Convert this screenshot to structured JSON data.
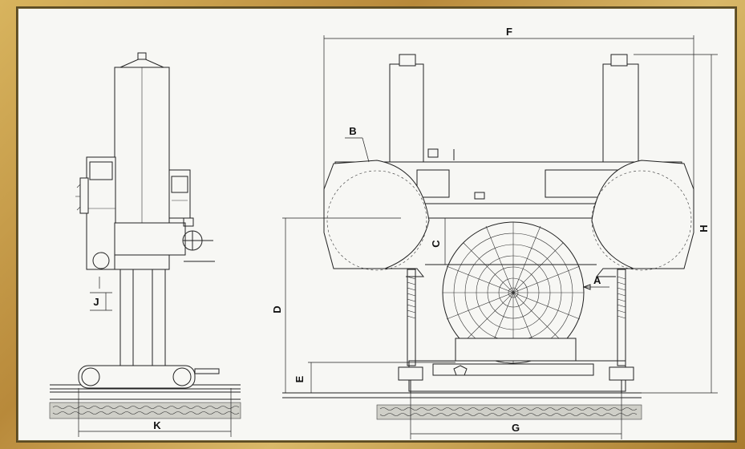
{
  "labels": {
    "A": "A",
    "B": "B",
    "C": "C",
    "D": "D",
    "E": "E",
    "F": "F",
    "G": "G",
    "H": "H",
    "J": "J",
    "K": "K"
  },
  "colors": {
    "frame": "#c9a24a",
    "paper": "#f7f7f4",
    "ink": "#222222"
  }
}
